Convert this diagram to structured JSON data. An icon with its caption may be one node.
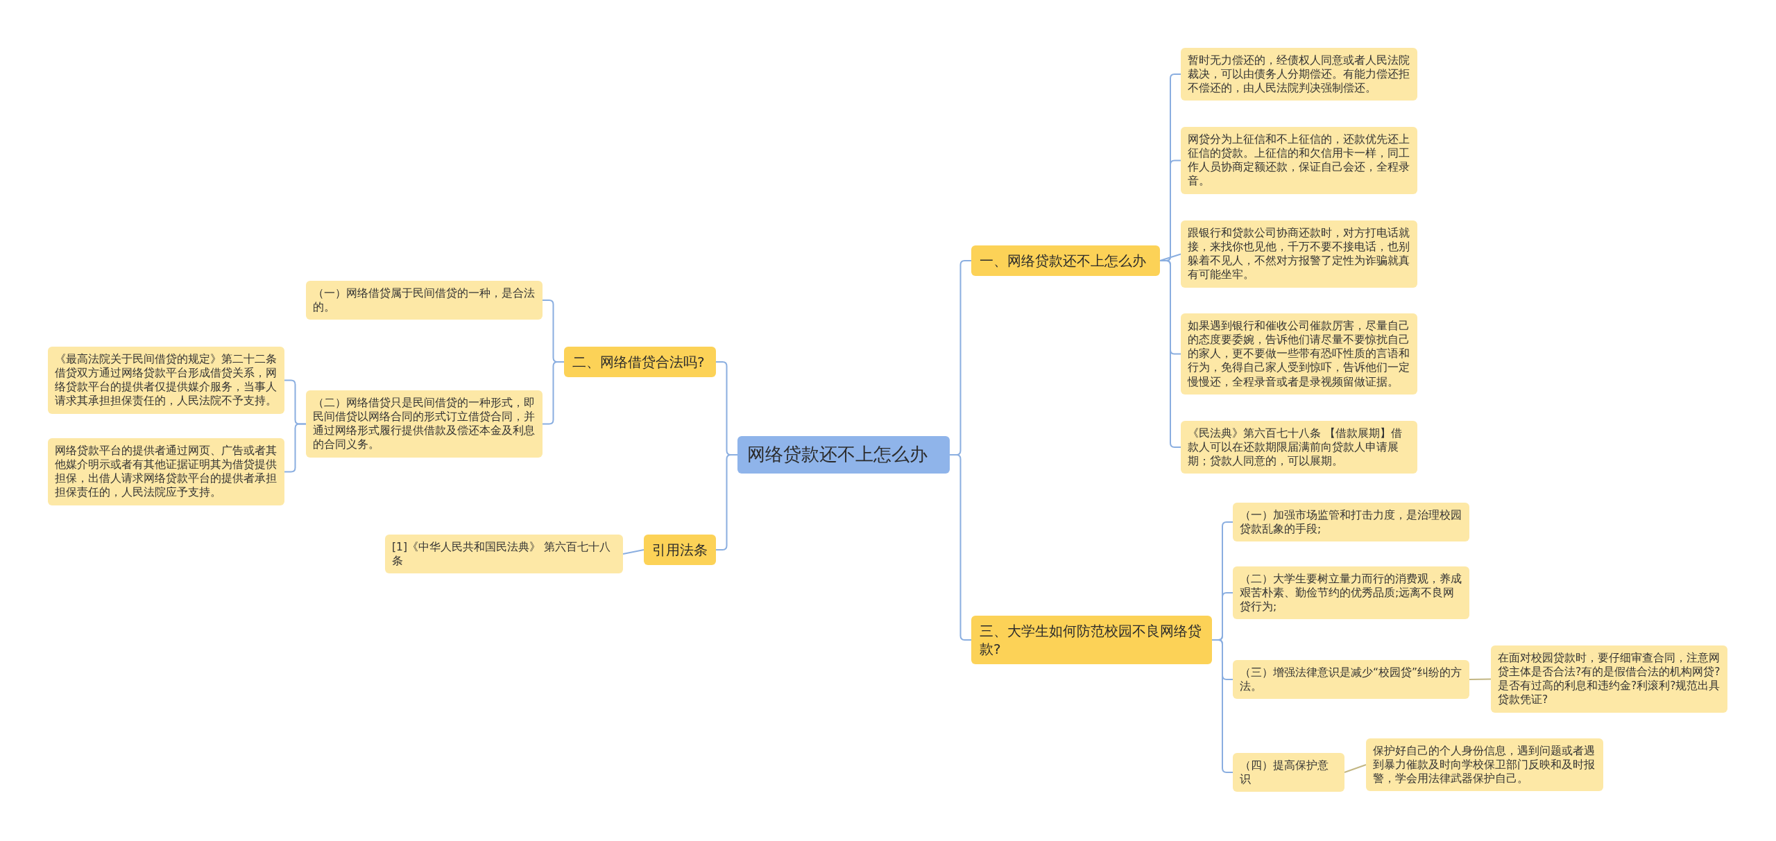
{
  "diagram": {
    "nodes": [
      {
        "text": [
          "网络贷款还不上怎么办"
        ]
      },
      {
        "text": [
          "一、网络贷款还不上怎么办"
        ]
      },
      {
        "text": [
          "暂时无力偿还的，经债权人同意或者人民法院裁决，可以由债务人分期偿还。有能力偿还拒不偿还的，由人民法院判决强制偿还。"
        ]
      },
      {
        "text": [
          "网贷分为上征信和不上征信的，还款优先还上征信的贷款。上征信的和欠信用卡一样，同工作人员协商定额还款，保证自己会还，全程录音。"
        ]
      },
      {
        "text": [
          "跟银行和贷款公司协商还款时，对方打电话就接，来找你也见他，千万不要不接电话，也别躲着不见人，不然对方报警了定性为诈骗就真有可能坐牢。"
        ]
      },
      {
        "text": [
          "如果遇到银行和催收公司催款厉害，尽量自己的态度要委婉，告诉他们请尽量不要惊扰自己的家人，更不要做一些带有恐吓性质的言语和行为，免得自己家人受到惊吓，告诉他们一定慢慢还，全程录音或者是录视频留做证据。"
        ]
      },
      {
        "text": [
          "《民法典》第六百七十八条 【借款展期】借款人可以在还款期限届满前向贷款人申请展期；贷款人同意的，可以展期。"
        ]
      },
      {
        "text": [
          "三、大学生如何防范校园不良网络贷款?"
        ]
      },
      {
        "text": [
          "（一）加强市场监管和打击力度，是治理校园贷款乱象的手段;"
        ]
      },
      {
        "text": [
          "（二）大学生要树立量力而行的消费观，养成艰苦朴素、勤俭节约的优秀品质;远离不良网贷行为;"
        ]
      },
      {
        "text": [
          "（三）增强法律意识是减少“校园贷”纠纷的方法。"
        ]
      },
      {
        "text": [
          "在面对校园贷款时，要仔细审查合同，注意网贷主体是否合法?有的是假借合法的机构网贷?是否有过高的利息和违约金?利滚利?规范出具贷款凭证?"
        ]
      },
      {
        "text": [
          "（四）提高保护意识"
        ]
      },
      {
        "text": [
          "保护好自己的个人身份信息，遇到问题或者遇到暴力催款及时向学校保卫部门反映和及时报警，学会用法律武器保护自己。"
        ]
      },
      {
        "text": [
          "二、网络借贷合法吗?"
        ]
      },
      {
        "text": [
          "（一）网络借贷属于民间借贷的一种，是合法的。"
        ]
      },
      {
        "text": [
          "（二）网络借贷只是民间借贷的一种形式，即民间借贷以网络合同的形式订立借贷合同，并通过网络形式履行提供借款及偿还本金及利息的合同义务。"
        ]
      },
      {
        "text": [
          "《最高法院关于民间借贷的规定》第二十二条借贷双方通过网络贷款平台形成借贷关系，网络贷款平台的提供者仅提供媒介服务，当事人请求其承担担保责任的，人民法院不予支持。"
        ]
      },
      {
        "text": [
          "网络贷款平台的提供者通过网页、广告或者其他媒介明示或者有其他证据证明其为借贷提供担保，出借人请求网络贷款平台的提供者承担担保责任的，人民法院应予支持。"
        ]
      },
      {
        "text": [
          "引用法条"
        ]
      },
      {
        "text": [
          "[1]《中华人民共和国民法典》 第六百七十八条"
        ]
      }
    ],
    "edges": [
      {
        "from": 0,
        "to": 1,
        "arrow": "none"
      },
      {
        "from": 1,
        "to": 2,
        "arrow": "none"
      },
      {
        "from": 1,
        "to": 3,
        "arrow": "none"
      },
      {
        "from": 1,
        "to": 4,
        "arrow": "none"
      },
      {
        "from": 1,
        "to": 5,
        "arrow": "none"
      },
      {
        "from": 1,
        "to": 6,
        "arrow": "none"
      },
      {
        "from": 0,
        "to": 7,
        "arrow": "none"
      },
      {
        "from": 7,
        "to": 8,
        "arrow": "none"
      },
      {
        "from": 7,
        "to": 9,
        "arrow": "none"
      },
      {
        "from": 7,
        "to": 10,
        "arrow": "none"
      },
      {
        "from": 10,
        "to": 11,
        "arrow": "none",
        "color": "#c2b683"
      },
      {
        "from": 7,
        "to": 12,
        "arrow": "none"
      },
      {
        "from": 12,
        "to": 13,
        "arrow": "none",
        "color": "#c2b683"
      },
      {
        "from": 0,
        "to": 14,
        "arrow": "none"
      },
      {
        "from": 14,
        "to": 15,
        "arrow": "none"
      },
      {
        "from": 14,
        "to": 16,
        "arrow": "none"
      },
      {
        "from": 16,
        "to": 17,
        "arrow": "none"
      },
      {
        "from": 16,
        "to": 18,
        "arrow": "none"
      },
      {
        "from": 0,
        "to": 19,
        "arrow": "none"
      },
      {
        "from": 19,
        "to": 20,
        "arrow": "none"
      }
    ]
  }
}
